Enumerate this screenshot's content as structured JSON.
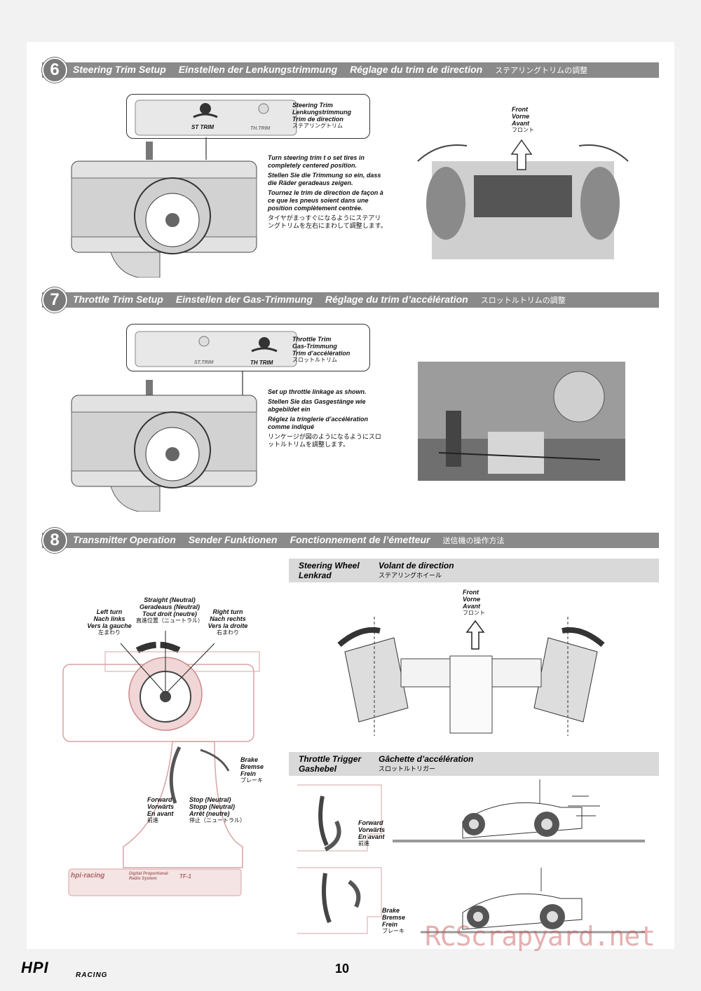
{
  "sections": [
    {
      "num": "6",
      "titles": [
        "Steering Trim Setup",
        "Einstellen der Lenkungstrimmung",
        "Réglage du trim de direction"
      ],
      "jp": "ステアリングトリムの調整"
    },
    {
      "num": "7",
      "titles": [
        "Throttle Trim Setup",
        "Einstellen der Gas-Trimmung",
        "Réglage du trim d’accélération"
      ],
      "jp": "スロットルトリムの調整"
    },
    {
      "num": "8",
      "titles": [
        "Transmitter Operation",
        "Sender Funktionen",
        "Fonctionnement de l’émetteur"
      ],
      "jp": "送信機の操作方法"
    }
  ],
  "s6": {
    "callout": [
      "Steering Trim",
      "Lenkungstrimmung",
      "Trim de direction",
      "ステアリングトリム"
    ],
    "st_trim": "ST TRIM",
    "th_trim": "TH.TRIM",
    "instr": [
      "Turn steering trim t o set tires in completely centered position.",
      "Stellen Sie die Trimmung so ein, dass die Räder geradeaus zeigen.",
      "Tournez le trim de direction de façon à ce que les pneus soient dans une position complètement centrée.",
      "タイヤがまっすぐになるようにステアリングトリムを左右にまわして調整します。"
    ],
    "front": [
      "Front",
      "Vorne",
      "Avant",
      "フロント"
    ]
  },
  "s7": {
    "callout": [
      "Throttle Trim",
      "Gas-Trimmung",
      "Trim d’accélération",
      "スロットルトリム"
    ],
    "st_trim": "ST.TRIM",
    "th_trim": "TH TRIM",
    "instr": [
      "Set up throttle linkage as shown.",
      "Stellen Sie das Gasgestänge wie abgebildet ein",
      "Réglez la tringlerie d’accélération comme indiqué",
      "リンケージが図のようになるようにスロットルトリムを調整します。"
    ]
  },
  "s8": {
    "straight": [
      "Straight (Neutral)",
      "Geradeaus (Neutral)",
      "Tout droit (neutre)",
      "直進位置（ニュートラル）"
    ],
    "left": [
      "Left turn",
      "Nach links",
      "Vers la gauche",
      "左まわり"
    ],
    "right": [
      "Right turn",
      "Nach rechts",
      "Vers la droite",
      "右まわり"
    ],
    "brake": [
      "Brake",
      "Bremse",
      "Frein",
      "ブレーキ"
    ],
    "forward": [
      "Forward",
      "Vorwärts",
      "En avant",
      "前進"
    ],
    "stop": [
      "Stop (Neutral)",
      "Stopp (Neutral)",
      "Arrêt (neutre)",
      "停止（ニュートラル）"
    ],
    "tx_brand": "hpi·racing",
    "tx_model": "TF-1",
    "tx_sub": "Digital Proportional Radio System",
    "steer_head": {
      "a1": "Steering Wheel",
      "a2": "Lenkrad",
      "b1": "Volant de direction",
      "b2": "ステアリングホイール"
    },
    "steer_front": [
      "Front",
      "Vorne",
      "Avant",
      "フロント"
    ],
    "throttle_head": {
      "a1": "Throttle Trigger",
      "a2": "Gashebel",
      "b1": "Gâchette d’accélération",
      "b2": "スロットルトリガー"
    },
    "t_forward": [
      "Forward",
      "Vorwärts",
      "En avant",
      "前進"
    ],
    "t_brake": [
      "Brake",
      "Bremse",
      "Frein",
      "ブレーキ"
    ]
  },
  "footer": {
    "page": "10",
    "logo": "HPI",
    "logo_sub": "RACING",
    "watermark": "RCScrapyard.net"
  }
}
